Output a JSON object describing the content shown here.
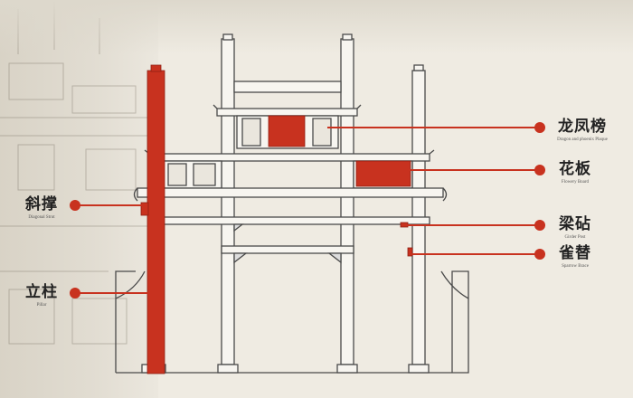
{
  "colors": {
    "accent": "#c8321f",
    "line": "#555555",
    "background": "#efebe2"
  },
  "labels": {
    "plaque": {
      "zh": "龙凤榜",
      "en": "Dragon and phoenix Plaque"
    },
    "board": {
      "zh": "花板",
      "en": "Flowery Board"
    },
    "strut": {
      "zh": "斜撑",
      "en": "Diagonal Strut"
    },
    "girder": {
      "zh": "梁砧",
      "en": "Girder Post"
    },
    "sparrow": {
      "zh": "雀替",
      "en": "Sparrow Brace"
    },
    "pillar": {
      "zh": "立柱",
      "en": "Pillar"
    }
  }
}
